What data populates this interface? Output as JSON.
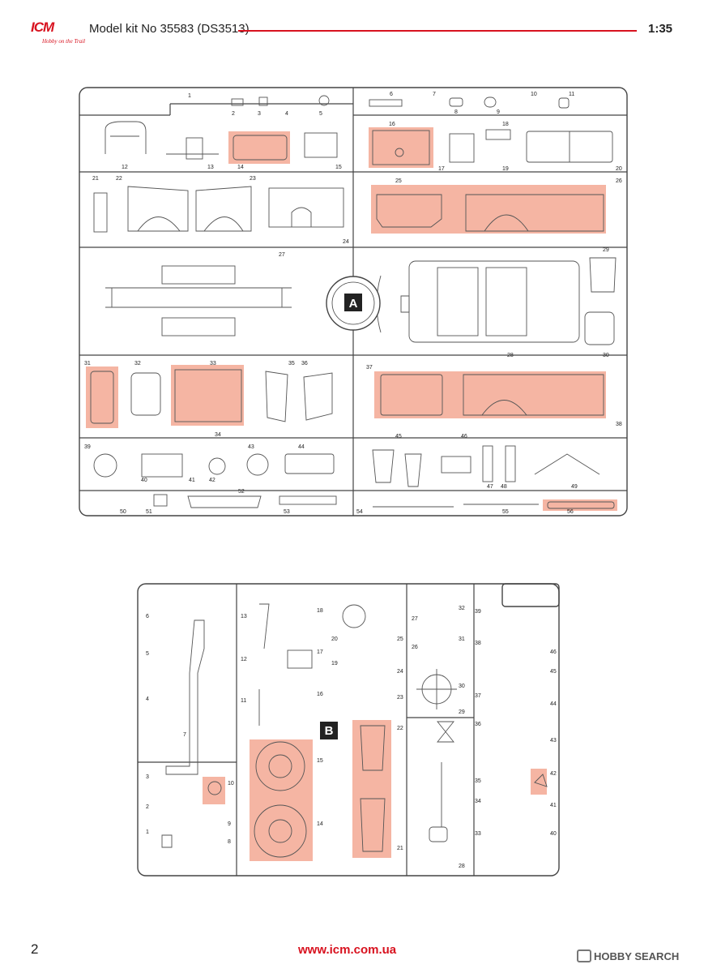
{
  "header": {
    "logo_text": "ICM",
    "logo_tagline": "Hobby on the Trail",
    "kit_title": "Model kit No 35583 (DS3513)",
    "scale": "1:35"
  },
  "sprue_a": {
    "letter": "A",
    "part_numbers": [
      "1",
      "2",
      "3",
      "4",
      "5",
      "6",
      "7",
      "8",
      "9",
      "10",
      "11",
      "12",
      "13",
      "14",
      "15",
      "16",
      "17",
      "18",
      "19",
      "20",
      "21",
      "22",
      "23",
      "24",
      "25",
      "26",
      "27",
      "28",
      "29",
      "30",
      "31",
      "32",
      "33",
      "34",
      "35",
      "36",
      "37",
      "38",
      "39",
      "40",
      "41",
      "42",
      "43",
      "44",
      "45",
      "46",
      "47",
      "48",
      "49",
      "50",
      "51",
      "52",
      "53",
      "54",
      "55",
      "56"
    ]
  },
  "sprue_b": {
    "letter": "B",
    "part_numbers": [
      "1",
      "2",
      "3",
      "4",
      "5",
      "6",
      "7",
      "8",
      "9",
      "10",
      "11",
      "12",
      "13",
      "14",
      "15",
      "16",
      "17",
      "18",
      "19",
      "20",
      "21",
      "22",
      "23",
      "24",
      "25",
      "26",
      "27",
      "28",
      "29",
      "30",
      "31",
      "32",
      "33",
      "34",
      "35",
      "36",
      "37",
      "38",
      "39",
      "40",
      "41",
      "42",
      "43",
      "44",
      "45",
      "46"
    ]
  },
  "footer": {
    "page_number": "2",
    "website": "www.icm.com.ua",
    "watermark": "HOBBY SEARCH"
  },
  "colors": {
    "brand_red": "#d8121f",
    "highlight": "#f2a089"
  }
}
